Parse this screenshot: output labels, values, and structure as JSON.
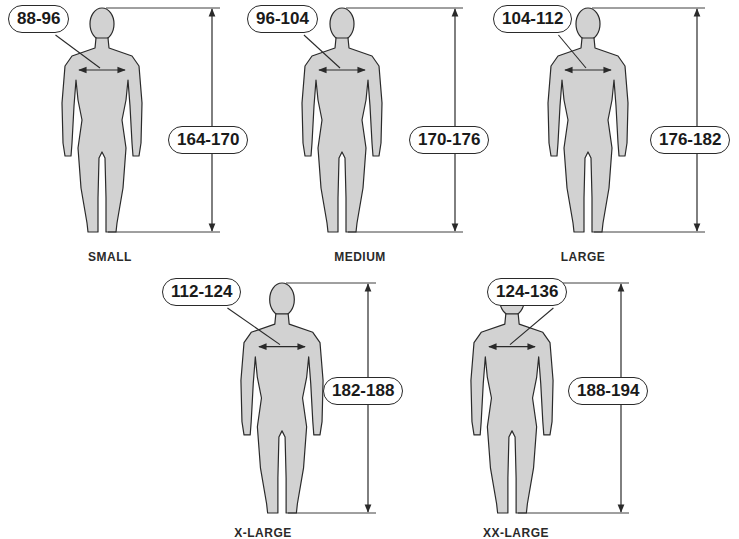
{
  "diagram": {
    "nodes": [
      {
        "text": [
          "88-96"
        ]
      },
      {
        "text": [
          "164-170"
        ]
      },
      {
        "text": [
          "96-104"
        ]
      },
      {
        "text": [
          "170-176"
        ]
      },
      {
        "text": [
          "104-112"
        ]
      },
      {
        "text": [
          "176-182"
        ]
      },
      {
        "text": [
          "112-124"
        ]
      },
      {
        "text": [
          "182-188"
        ]
      },
      {
        "text": [
          "124-136"
        ]
      },
      {
        "text": [
          "188-194"
        ]
      }
    ],
    "labels": [
      "SMALL",
      "MEDIUM",
      "LARGE",
      "X-LARGE",
      "XX-LARGE"
    ]
  }
}
